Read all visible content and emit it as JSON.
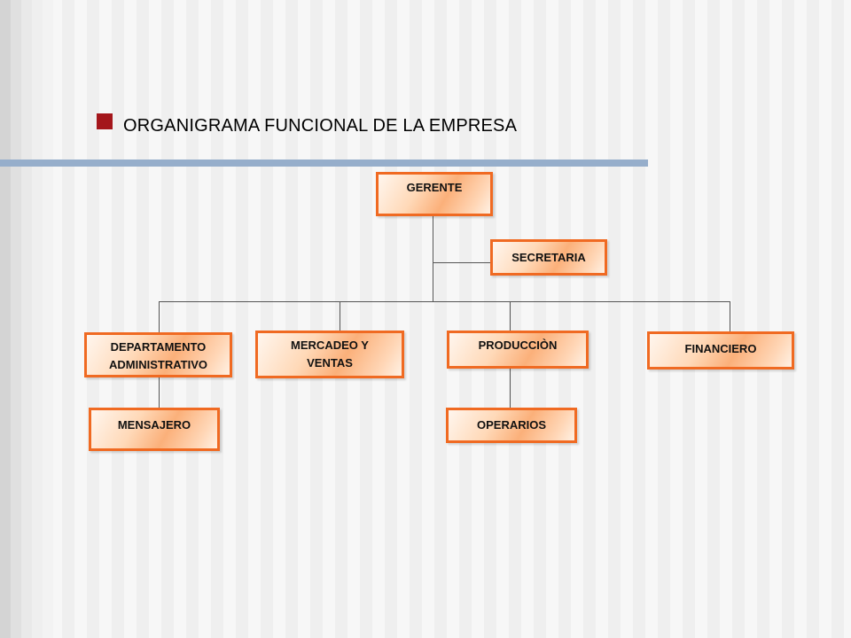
{
  "title": "ORGANIGRAMA FUNCIONAL DE LA EMPRESA",
  "colors": {
    "box_border": "#f06a22",
    "bullet": "#a4161b",
    "rule": "#96aecb"
  },
  "org": {
    "gerente": "GERENTE",
    "secretaria": "SECRETARIA",
    "administrativo": "DEPARTAMENTO\nADMINISTRATIVO",
    "mercadeo": "MERCADEO Y\nVENTAS",
    "produccion": "PRODUCCIÒN",
    "financiero": "FINANCIERO",
    "mensajero": "MENSAJERO",
    "operarios": "OPERARIOS"
  }
}
